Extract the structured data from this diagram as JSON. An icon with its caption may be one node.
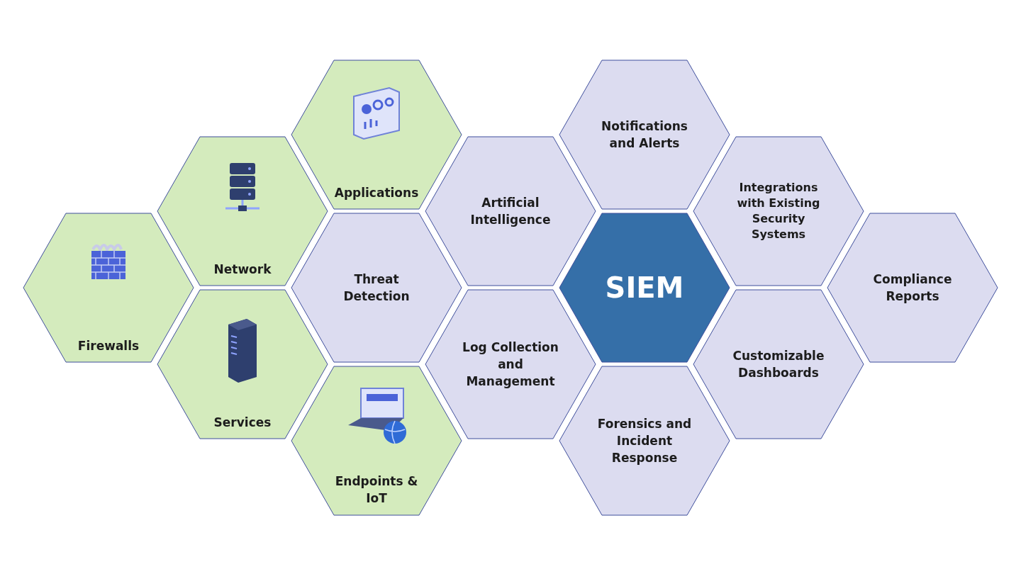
{
  "diagram": {
    "nodes": [
      {
        "text": [
          "Firewalls"
        ]
      },
      {
        "text": [
          "Network"
        ]
      },
      {
        "text": [
          "Services"
        ]
      },
      {
        "text": [
          "Applications"
        ]
      },
      {
        "text": [
          "Threat Detection"
        ]
      },
      {
        "text": [
          "Endpoints & IoT"
        ]
      },
      {
        "text": [
          "Artificial Intelligence"
        ]
      },
      {
        "text": [
          "Log Collection and Management"
        ]
      },
      {
        "text": [
          "Notifications and Alerts"
        ]
      },
      {
        "text": [
          "SIEM"
        ]
      },
      {
        "text": [
          "Forensics and Incident Response"
        ]
      },
      {
        "text": [
          "Integrations with Existing Security Systems"
        ]
      },
      {
        "text": [
          "Customizable Dashboards"
        ]
      },
      {
        "text": [
          "Compliance Reports"
        ]
      }
    ],
    "edges": []
  }
}
